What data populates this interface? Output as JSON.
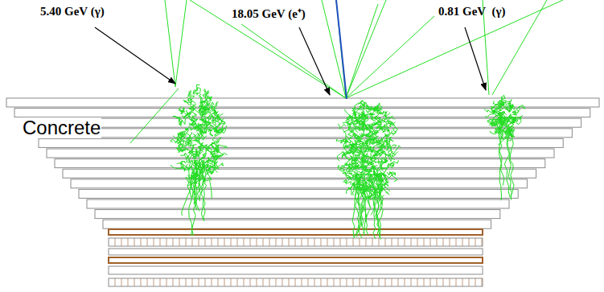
{
  "diagram": {
    "labels": [
      "5.40 GeV (γ)",
      "18.05 GeV (e⁺)",
      "0.81 GeV  (γ)",
      "Concrete"
    ]
  }
}
